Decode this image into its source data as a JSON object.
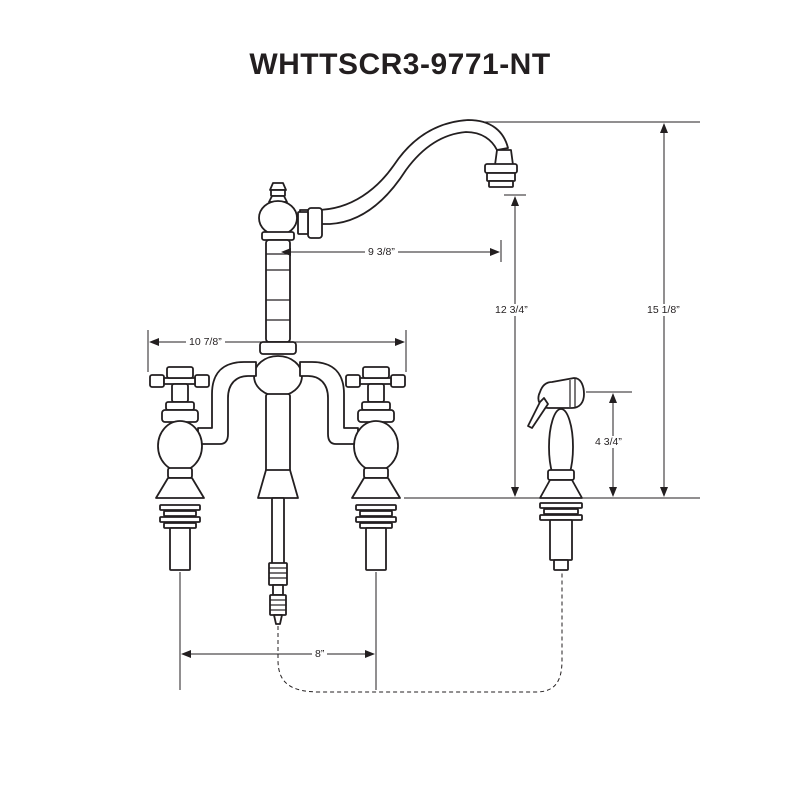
{
  "title": "WHTTSCR3-9771-NT",
  "dimensions": {
    "spout_reach": "9 3/8”",
    "overall_width": "10 7/8”",
    "spout_height": "12 3/4”",
    "overall_height": "15 1/8”",
    "sprayer_height": "4 3/4”",
    "center_spread": "8”"
  },
  "colors": {
    "line": "#231f20",
    "background": "#ffffff"
  }
}
